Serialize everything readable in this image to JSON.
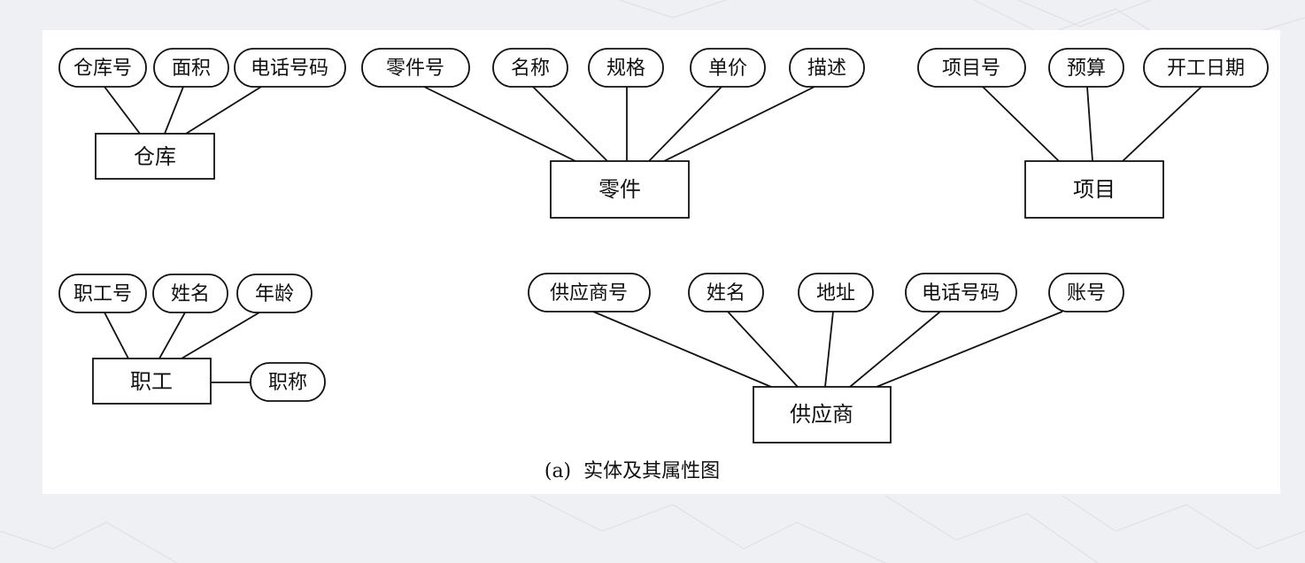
{
  "caption": "(a)  实体及其属性图",
  "entities": {
    "warehouse": {
      "name": "仓库",
      "attributes": [
        "仓库号",
        "面积",
        "电话号码"
      ]
    },
    "part": {
      "name": "零件",
      "attributes": [
        "零件号",
        "名称",
        "规格",
        "单价",
        "描述"
      ]
    },
    "project": {
      "name": "项目",
      "attributes": [
        "项目号",
        "预算",
        "开工日期"
      ]
    },
    "employee": {
      "name": "职工",
      "attributes": [
        "职工号",
        "姓名",
        "年龄",
        "职称"
      ]
    },
    "supplier": {
      "name": "供应商",
      "attributes": [
        "供应商号",
        "姓名",
        "地址",
        "电话号码",
        "账号"
      ]
    }
  }
}
